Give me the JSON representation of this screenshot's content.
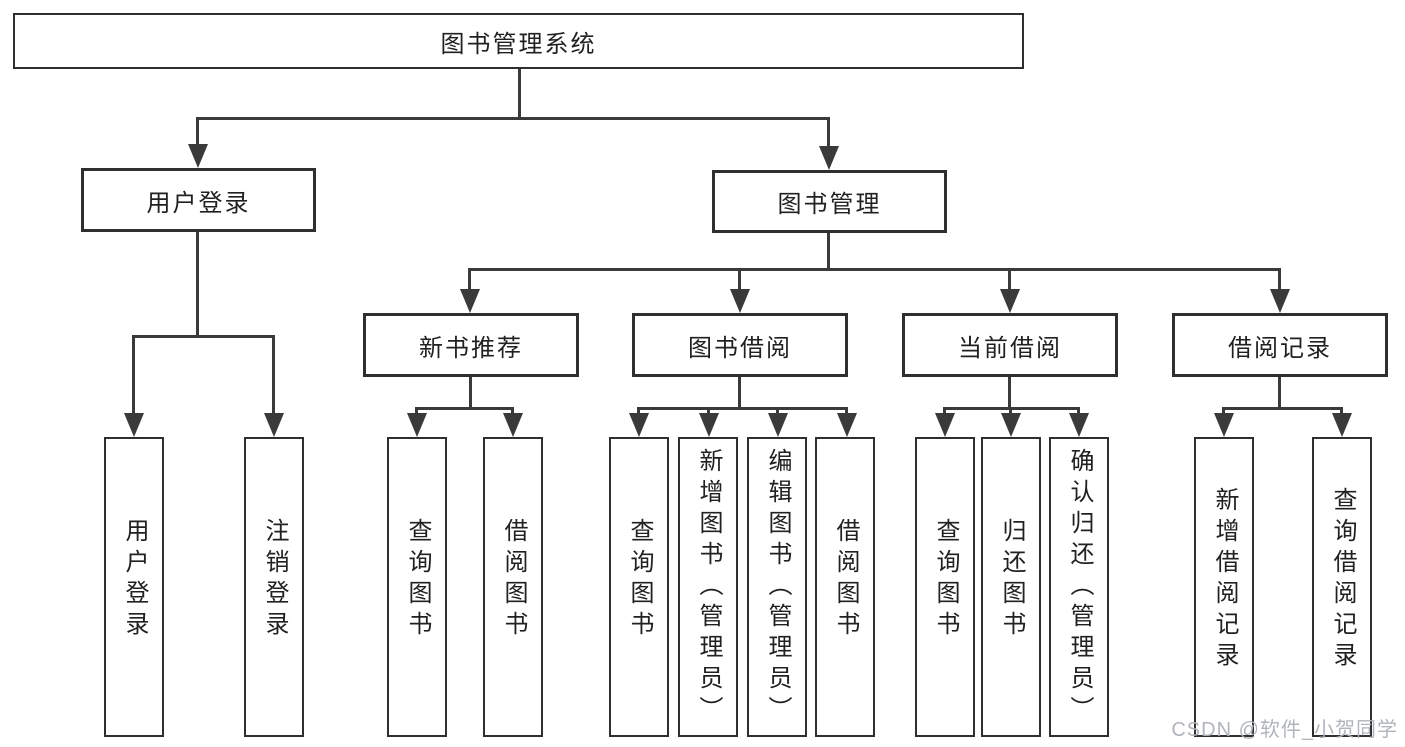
{
  "diagram": {
    "title": "图书管理系统",
    "type": "hierarchy",
    "root": {
      "label": "图书管理系统"
    },
    "level2": [
      {
        "label": "用户登录",
        "parent": "图书管理系统"
      },
      {
        "label": "图书管理",
        "parent": "图书管理系统"
      }
    ],
    "level3": [
      {
        "label": "新书推荐",
        "parent": "图书管理"
      },
      {
        "label": "图书借阅",
        "parent": "图书管理"
      },
      {
        "label": "当前借阅",
        "parent": "图书管理"
      },
      {
        "label": "借阅记录",
        "parent": "图书管理"
      }
    ],
    "leaves": [
      {
        "label": "用户登录",
        "parent": "用户登录"
      },
      {
        "label": "注销登录",
        "parent": "用户登录"
      },
      {
        "label": "查询图书",
        "parent": "新书推荐"
      },
      {
        "label": "借阅图书",
        "parent": "新书推荐"
      },
      {
        "label": "查询图书",
        "parent": "图书借阅"
      },
      {
        "label": "新增图书（管理员）",
        "parent": "图书借阅"
      },
      {
        "label": "编辑图书（管理员）",
        "parent": "图书借阅"
      },
      {
        "label": "借阅图书",
        "parent": "图书借阅"
      },
      {
        "label": "查询图书",
        "parent": "当前借阅"
      },
      {
        "label": "归还图书",
        "parent": "当前借阅"
      },
      {
        "label": "确认归还（管理员）",
        "parent": "当前借阅"
      },
      {
        "label": "新增借阅记录",
        "parent": "借阅记录"
      },
      {
        "label": "查询借阅记录",
        "parent": "借阅记录"
      }
    ],
    "watermark": "CSDN @软件_小贺同学",
    "colors": {
      "line": "#3a3a3a",
      "box_border": "#2f2f2f",
      "text": "#212121",
      "background": "#ffffff",
      "watermark": "#acb1b7"
    }
  }
}
